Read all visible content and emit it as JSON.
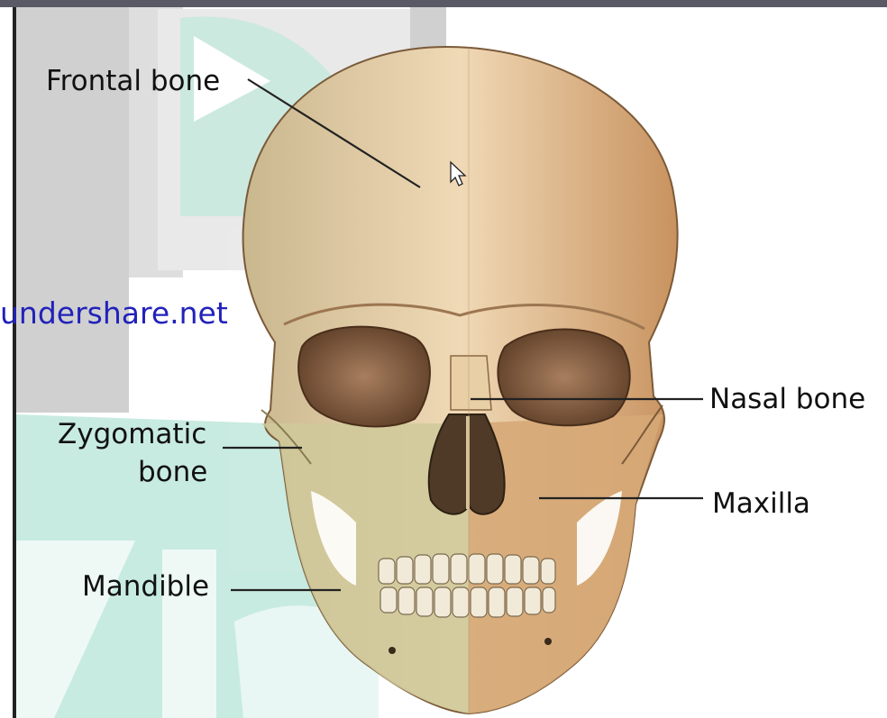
{
  "labels": {
    "frontal": "Frontal bone",
    "zygomatic_line1": "Zygomatic",
    "zygomatic_line2": "bone",
    "mandible": "Mandible",
    "nasal": "Nasal bone",
    "maxilla": "Maxilla"
  },
  "watermark": {
    "text": "undershare.net",
    "text_color": "#2222bb",
    "shape_color": "#bfe8dc"
  },
  "colors": {
    "bone_left": "#cfc99a",
    "bone_right": "#d6a877",
    "skull_outline": "#7a5a38",
    "leader_line": "#222222"
  },
  "icons": {
    "cursor": "mouse-pointer-icon"
  }
}
